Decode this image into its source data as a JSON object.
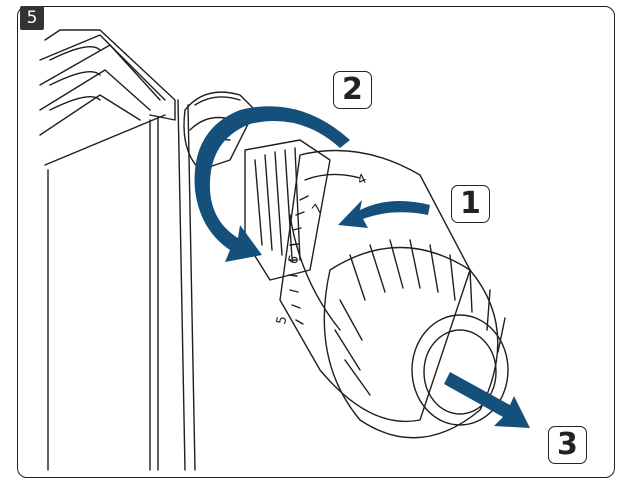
{
  "step": {
    "number": "5"
  },
  "callouts": [
    {
      "label": "1",
      "action": "rotate-left"
    },
    {
      "label": "2",
      "action": "rotate-ring"
    },
    {
      "label": "3",
      "action": "pull-off"
    }
  ],
  "dial_marks": [
    "4",
    "5",
    "6",
    "7"
  ],
  "colors": {
    "arrow": "#14507b",
    "line": "#1f1f1f",
    "badge": "#333333"
  }
}
